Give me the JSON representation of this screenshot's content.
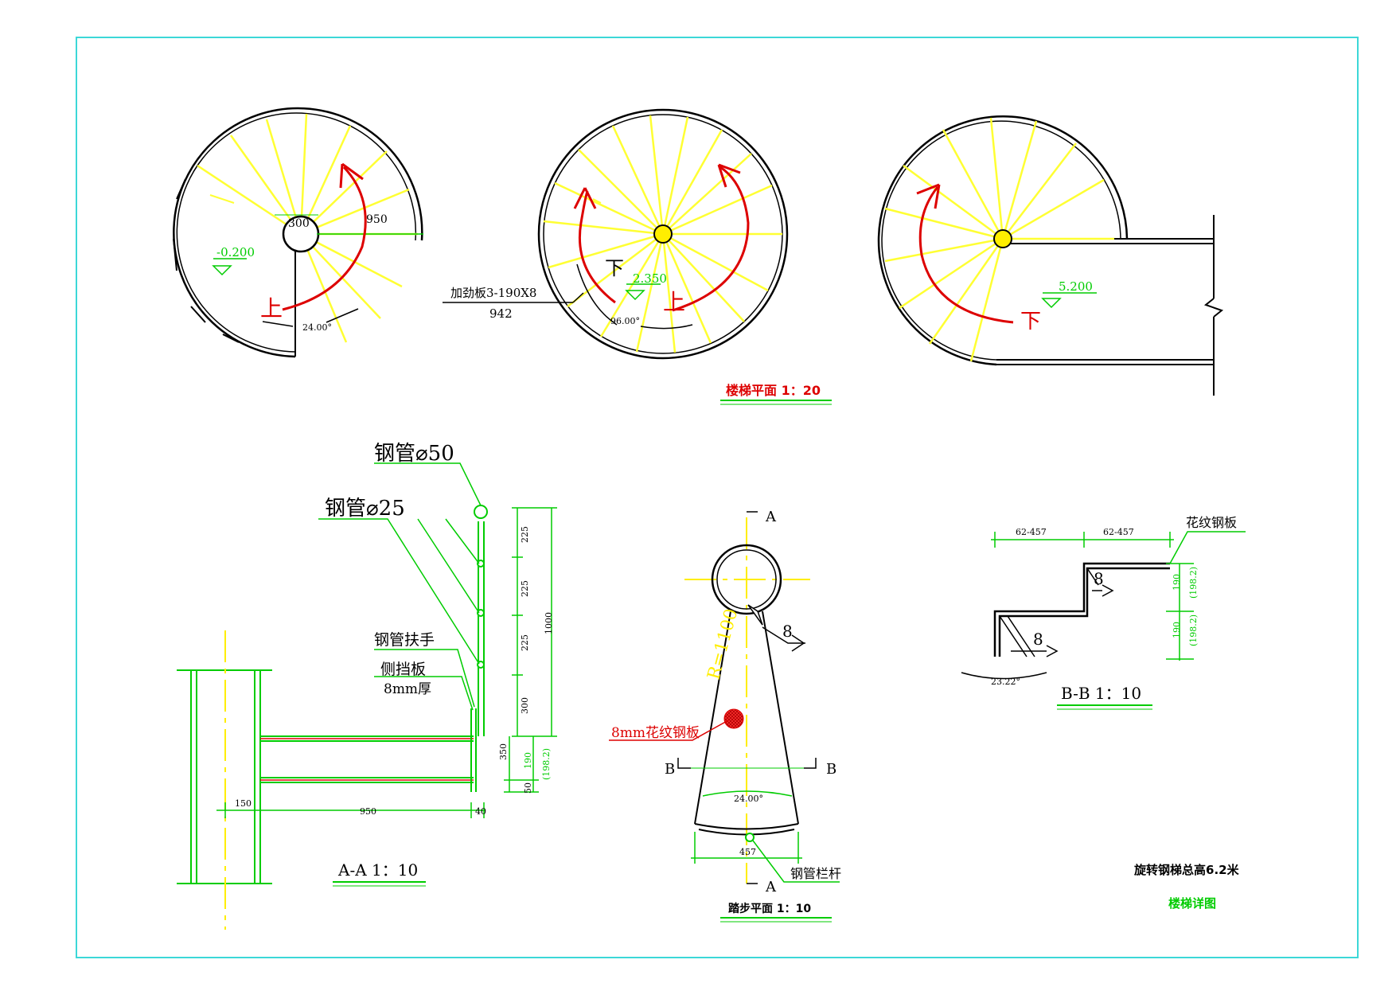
{
  "colors": {
    "frame": "#3cd8d8",
    "line": "#000000",
    "tread": "#ffff33",
    "dim": "#00cc00",
    "arrow": "#dd0000",
    "center": "#ffee00"
  },
  "plan1": {
    "dim_300": "300",
    "dim_950": "950",
    "level": "-0.200",
    "up": "上",
    "angle": "24.00°"
  },
  "plan2": {
    "stiffener": "加劲板3-190X8",
    "stiffener_len": "942",
    "down": "下",
    "up": "上",
    "level": "2.350",
    "angle": "96.00°"
  },
  "plan3": {
    "level": "5.200",
    "down": "下"
  },
  "title_plan": "楼梯平面  1：20",
  "sectionAA": {
    "label_pipe50": "钢管⌀50",
    "label_pipe25": "钢管⌀25",
    "label_handrail": "钢管扶手",
    "label_sideplate": "侧挡板",
    "label_thickness": "8mm厚",
    "dims_right": [
      "225",
      "225",
      "225",
      "300"
    ],
    "dim_total": "1000",
    "dim_350": "350",
    "dim_190": "190",
    "dim_1982": "(198.2)",
    "dim_50": "50",
    "dim_150": "150",
    "dim_950": "950",
    "dim_40": "40",
    "title": "A-A  1：10"
  },
  "tread": {
    "sec_a": "A",
    "sec_b": "B",
    "radius": "R=1100",
    "weld": "8",
    "plate_label": "8mm花纹钢板",
    "angle": "24.00°",
    "width": "457",
    "pipe_label": "钢管栏杆",
    "title": "踏步平面  1：10"
  },
  "sectionBB": {
    "dim_top1": "62-457",
    "dim_top2": "62-457",
    "label_plate": "花纹钢板",
    "weld1": "8",
    "weld2": "8",
    "dim_190a": "190",
    "dim_1982a": "(198.2)",
    "dim_190b": "190",
    "dim_1982b": "(198.2)",
    "angle": "23.22°",
    "title": "B-B  1：10"
  },
  "notes": {
    "total_height": "旋转钢梯总高6.2米",
    "drawing_name": "楼梯详图"
  }
}
